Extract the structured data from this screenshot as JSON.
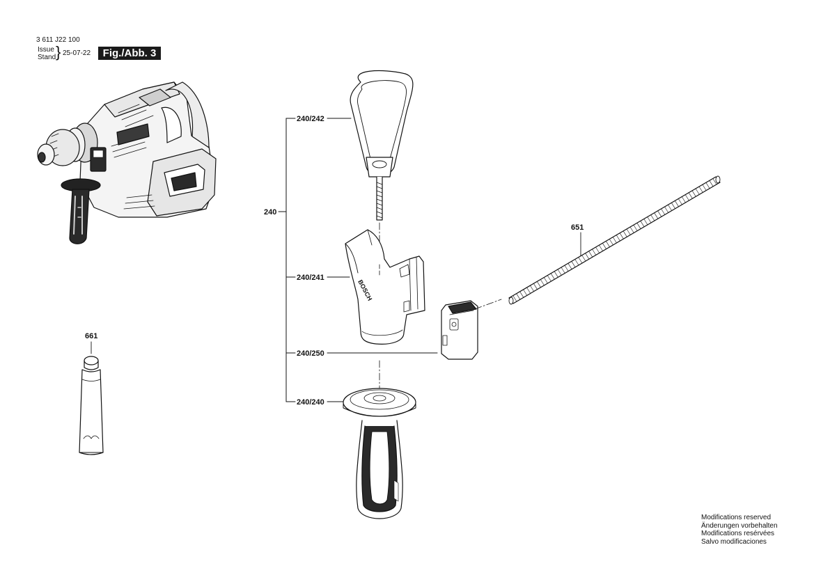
{
  "header": {
    "doc_number": "3 611 J22 100",
    "issue_label": "Issue",
    "stand_label": "Stand",
    "date": "25-07-22",
    "figure": "Fig./Abb. 3"
  },
  "callouts": {
    "assembly": "240",
    "strap": "240/242",
    "guard": "240/241",
    "clip": "240/250",
    "handle": "240/240",
    "depth_rod": "651",
    "grease_tube": "661"
  },
  "guard_brand": "BOSCH",
  "notes": [
    "Modifications reserved",
    "Änderungen vorbehalten",
    "Modifications resérvées",
    "Salvo modificaciones"
  ]
}
